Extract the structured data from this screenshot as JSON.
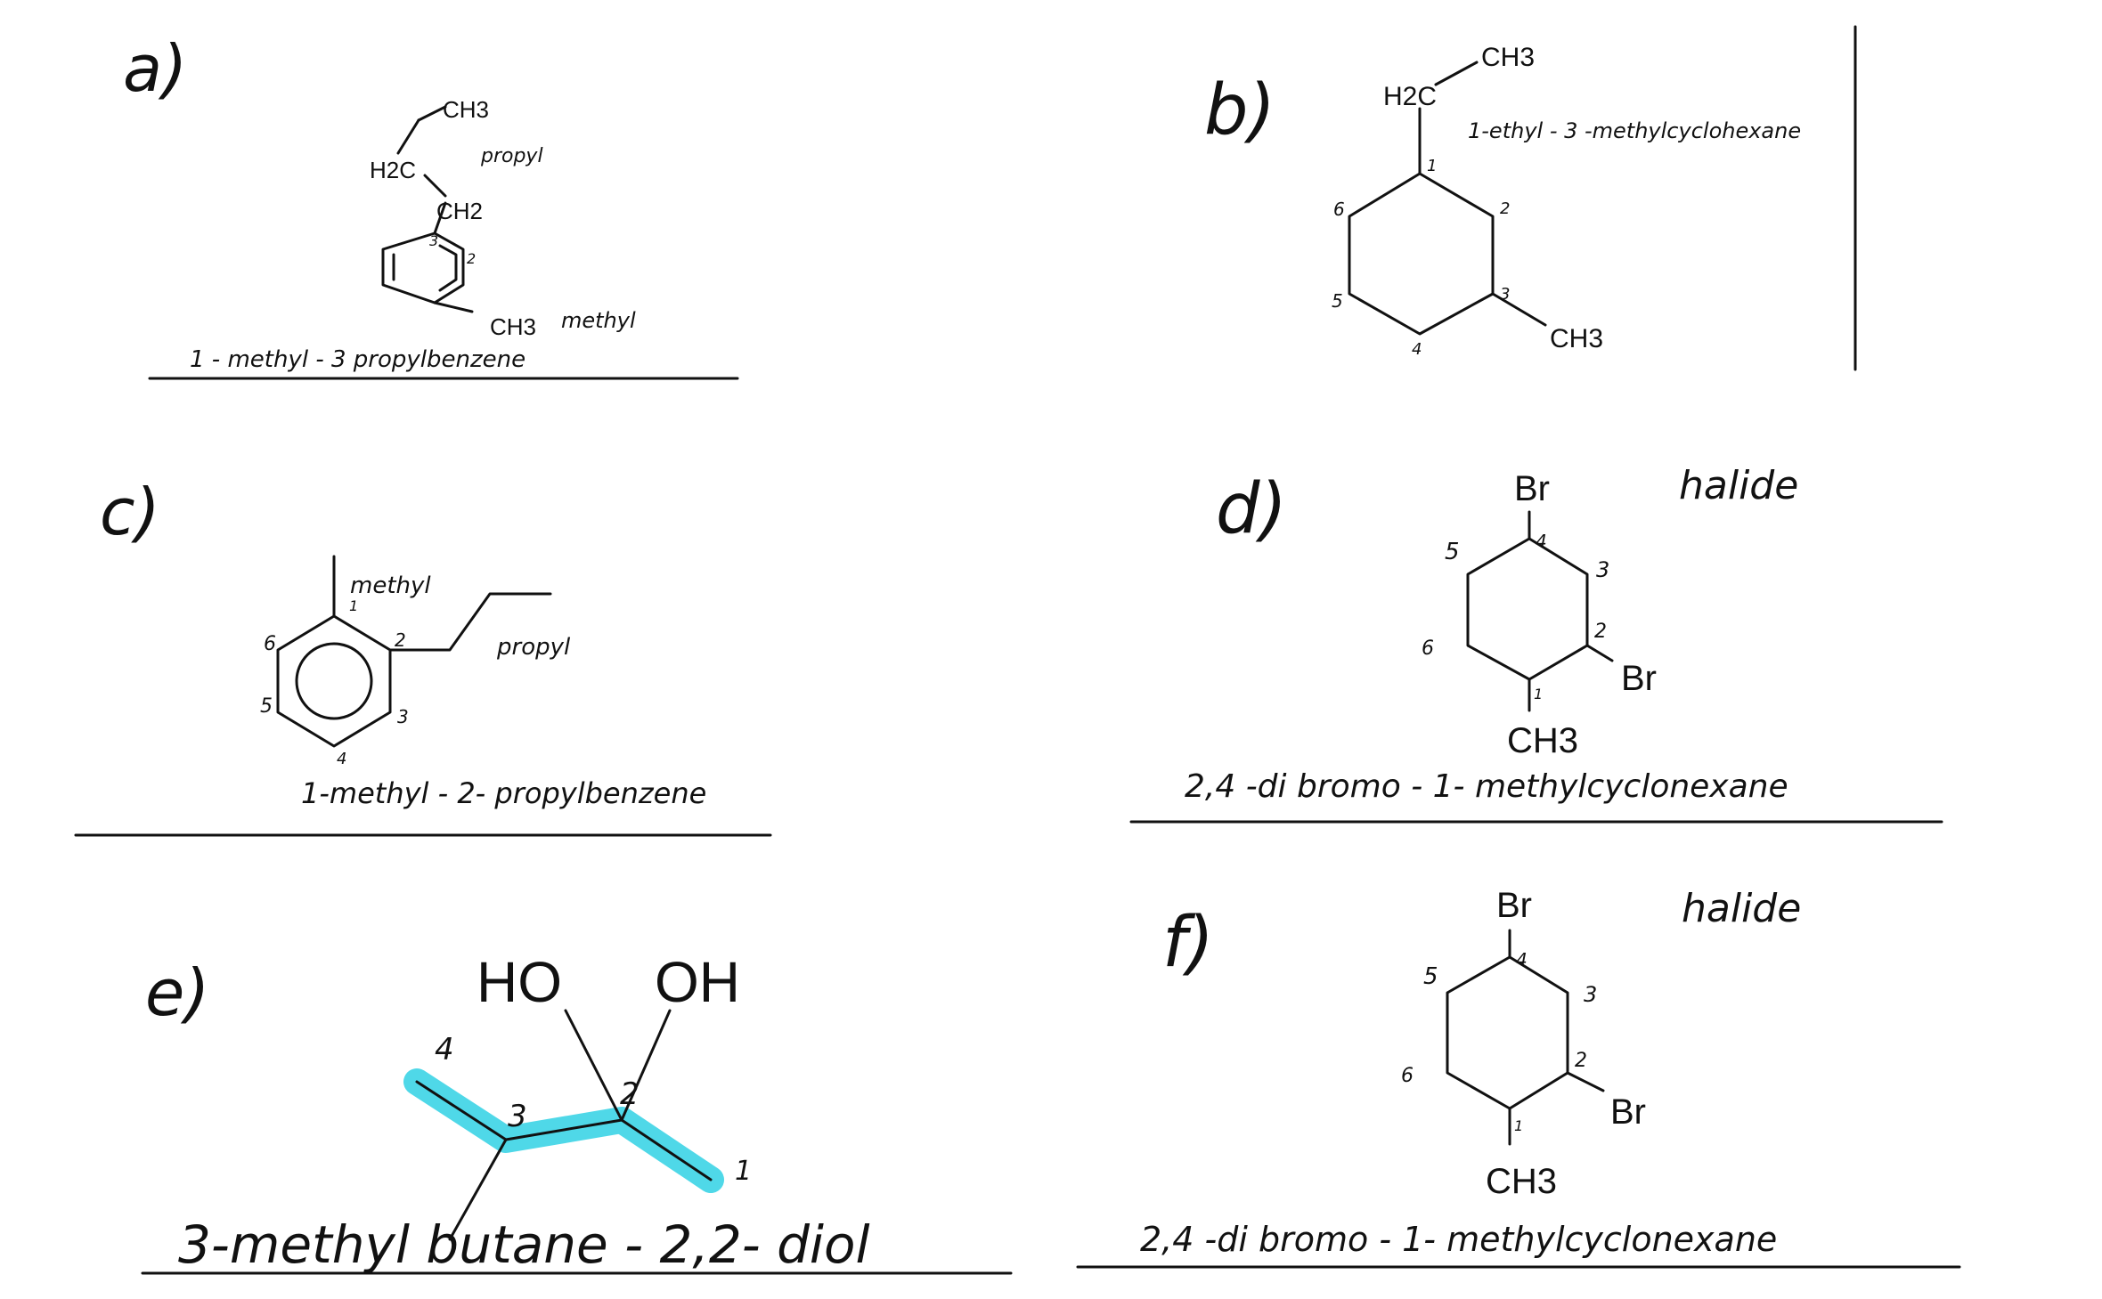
{
  "panels": [
    {
      "id": "a",
      "letter": "a)",
      "answer": "1 - methyl - 3 propylbenzene",
      "notes": [
        "propyl",
        "methyl"
      ],
      "atoms": [
        "CH3",
        "H2C",
        "CH2",
        "CH3"
      ],
      "locants": [
        "3",
        "2"
      ]
    },
    {
      "id": "b",
      "letter": "b)",
      "answer": "1-ethyl - 3 -methylcyclohexane",
      "atoms": [
        "CH3",
        "H2C",
        "CH3"
      ],
      "locants": [
        "1",
        "2",
        "3",
        "4",
        "5",
        "6"
      ]
    },
    {
      "id": "c",
      "letter": "c)",
      "answer": "1-methyl - 2- propylbenzene",
      "notes": [
        "methyl",
        "propyl"
      ],
      "locants": [
        "1",
        "2",
        "3",
        "4",
        "5",
        "6"
      ]
    },
    {
      "id": "d",
      "letter": "d)",
      "answer": "2,4 -di bromo - 1- methylcyclonexane",
      "notes": [
        "halide"
      ],
      "atoms": [
        "Br",
        "Br",
        "CH3"
      ],
      "locants": [
        "1",
        "2",
        "3",
        "4",
        "5",
        "6"
      ]
    },
    {
      "id": "e",
      "letter": "e)",
      "answer": "3-methyl butane - 2,2- diol",
      "atoms": [
        "HO",
        "OH"
      ],
      "locants": [
        "4",
        "3",
        "2",
        "1"
      ],
      "highlight_color": "#4fd8e8"
    },
    {
      "id": "f",
      "letter": "f)",
      "answer": "2,4 -di bromo - 1- methylcyclonexane",
      "notes": [
        "halide"
      ],
      "atoms": [
        "Br",
        "Br",
        "CH3"
      ],
      "locants": [
        "1",
        "2",
        "3",
        "4",
        "5",
        "6"
      ]
    }
  ]
}
